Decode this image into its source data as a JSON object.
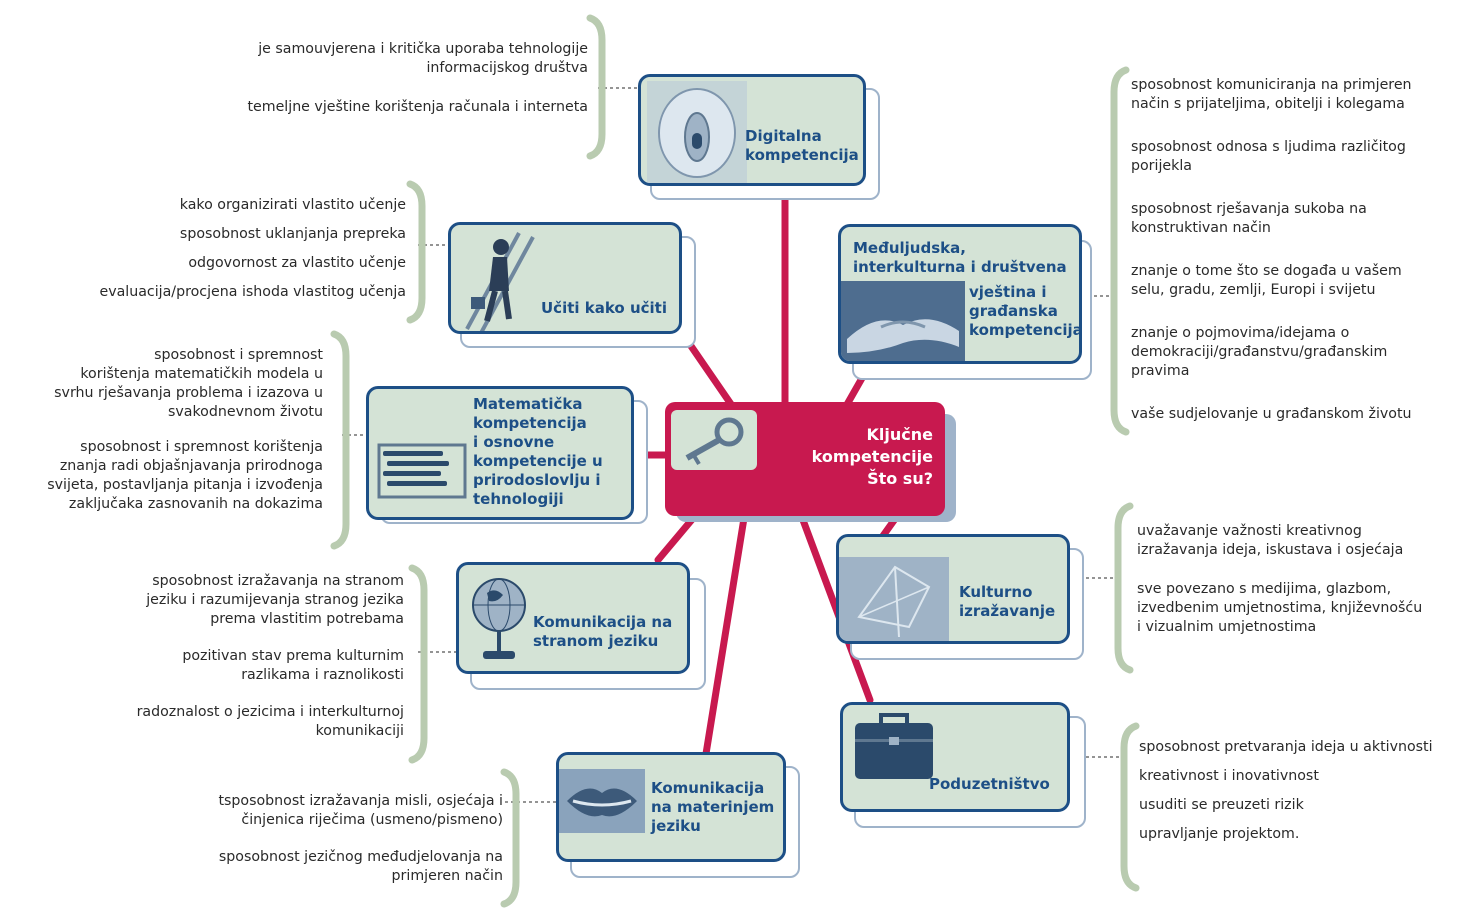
{
  "center": {
    "line1": "Ključne",
    "line2": "kompetencije",
    "line3": "Što su?"
  },
  "nodes": {
    "digital": {
      "line1": "Digitalna",
      "line2": "kompetencija"
    },
    "learn": {
      "line1": "Učiti kako učiti"
    },
    "math": {
      "line1": "Matematička",
      "line2": "kompetencija",
      "line3": "i osnovne",
      "line4": "kompetencije u",
      "line5": "prirodoslovlju i",
      "line6": "tehnologiji"
    },
    "foreign": {
      "line1": "Komunikacija na",
      "line2": "stranom jeziku"
    },
    "mother": {
      "line1": "Komunikacija",
      "line2": "na materinjem",
      "line3": "jeziku"
    },
    "entre": {
      "line1": "Poduzetništvo"
    },
    "culture": {
      "line1": "Kulturno",
      "line2": "izražavanje"
    },
    "social": {
      "line1": "Međuljudska,",
      "line2": "interkulturna i društvena",
      "line3": "vještina i",
      "line4": "građanska",
      "line5": "kompetencija"
    }
  },
  "lists": {
    "digital": [
      [
        "je samouvjerena i kritička uporaba tehnologije",
        "informacijskog društva"
      ],
      [
        "temeljne vještine korištenja računala i interneta"
      ]
    ],
    "learn": [
      [
        "kako organizirati vlastito učenje"
      ],
      [
        "sposobnost uklanjanja prepreka"
      ],
      [
        "odgovornost za vlastito učenje"
      ],
      [
        "evaluacija/procjena ishoda vlastitog učenja"
      ]
    ],
    "math": [
      [
        "sposobnost i spremnost",
        "korištenja matematičkih modela u",
        "svrhu rješavanja problema i izazova u",
        "svakodnevnom životu"
      ],
      [
        "sposobnost i spremnost korištenja",
        "znanja radi objašnjavanja prirodnoga",
        "svijeta, postavljanja pitanja i izvođenja",
        "zaključaka zasnovanih na dokazima"
      ]
    ],
    "foreign": [
      [
        "sposobnost izražavanja na stranom",
        "jeziku i razumijevanja stranog jezika",
        "prema vlastitim potrebama"
      ],
      [
        "pozitivan stav prema kulturnim",
        "razlikama i raznolikosti"
      ],
      [
        "radoznalost o jezicima i interkulturnoj",
        "komunikaciji"
      ]
    ],
    "mother": [
      [
        "tsposobnost izražavanja misli, osjećaja i",
        "činjenica riječima (usmeno/pismeno)"
      ],
      [
        "sposobnost jezičnog međudjelovanja na",
        "primjeren način"
      ]
    ],
    "social": [
      [
        "sposobnost komuniciranja na primjeren",
        "način s prijateljima, obitelji i kolegama"
      ],
      [
        "sposobnost odnosa s ljudima različitog",
        "porijekla"
      ],
      [
        "sposobnost rješavanja sukoba na",
        "konstruktivan način"
      ],
      [
        "znanje o tome što se događa u vašem",
        "selu, gradu, zemlji, Europi i svijetu"
      ],
      [
        "znanje o pojmovima/idejama o",
        "demokraciji/građanstvu/građanskim",
        "pravima"
      ],
      [
        "vaše sudjelovanje u građanskom životu"
      ]
    ],
    "culture": [
      [
        "uvažavanje važnosti kreativnog",
        "izražavanja ideja, iskustava i osjećaja"
      ],
      [
        "sve povezano s medijima, glazbom,",
        "izvedbenim umjetnostima, književnošću",
        "i vizualnim umjetnostima"
      ]
    ],
    "entre": [
      [
        "sposobnost pretvaranja ideja u aktivnosti"
      ],
      [
        "kreativnost i inovativnost"
      ],
      [
        "usuditi se preuzeti rizik"
      ],
      [
        "upravljanje projektom."
      ]
    ]
  },
  "colors": {
    "connector": "#c8194f",
    "node_border": "#1d4f86",
    "node_fill": "#d4e3d6",
    "brace": "#b9cbb0",
    "center": "#c8194f"
  },
  "icons": {
    "digital": "computer-mouse-icon",
    "learn": "climbing-ladder-icon",
    "math": "abacus-icon",
    "foreign": "globe-icon",
    "mother": "lips-icon",
    "entre": "briefcase-icon",
    "culture": "music-stand-icon",
    "social": "handshake-icon",
    "center": "key-icon"
  }
}
